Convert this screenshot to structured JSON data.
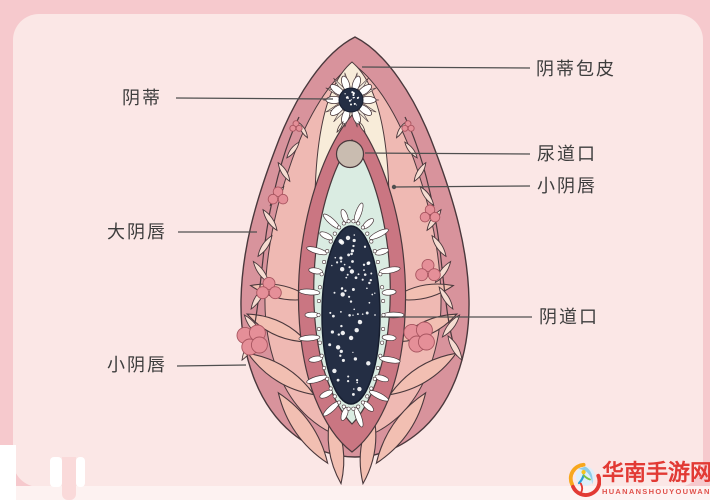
{
  "diagram": {
    "title_semantic": "vulva-anatomy-illustration",
    "labels": {
      "clitoris": "阴蒂",
      "labia_majora": "大阴唇",
      "labia_minora_left": "小阴唇",
      "clitoral_hood": "阴蒂包皮",
      "urethral_opening": "尿道口",
      "labia_minora_right": "小阴唇",
      "vaginal_opening": "阴道口"
    }
  },
  "watermark": {
    "site_name": "华南手游网",
    "site_name_latin": "HUANANSHOUYOUWANG",
    "brand_color": "#e23a34"
  },
  "colors": {
    "page_background": "#f6c9cd",
    "card_background": "#fbe7e6",
    "labia_majora_rose": "#d8939c",
    "inner_salmon": "#efb9b3",
    "cream_arch": "#f8ecd9",
    "labia_minora_rose": "#ca7682",
    "vestibule_mint": "#daece2",
    "starry_navy": "#242e44",
    "urethra_tan": "#c9bcb0",
    "outline": "#4a383c",
    "leader_line": "#4f4f4f"
  }
}
